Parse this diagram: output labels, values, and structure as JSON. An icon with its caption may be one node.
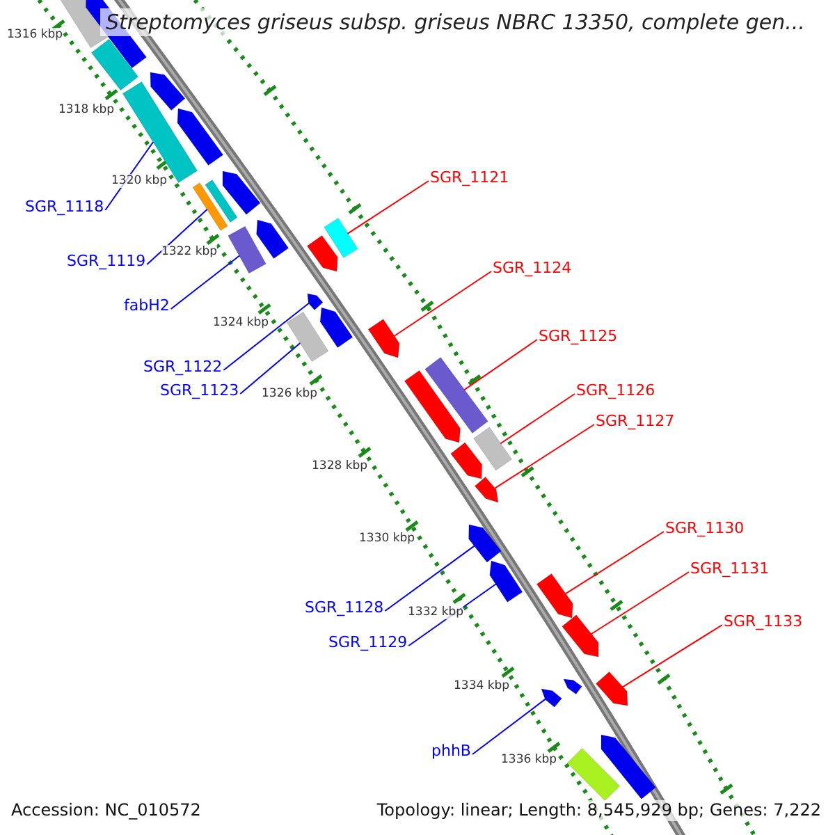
{
  "diagram": {
    "title": "Streptomyces griseus subsp. griseus NBRC 13350, complete gen...",
    "nodes": [
      {
        "text": [
          "SGR_1121"
        ]
      },
      {
        "text": [
          "SGR_1118"
        ]
      },
      {
        "text": [
          "SGR_1119"
        ]
      },
      {
        "text": [
          "SGR_1124"
        ]
      },
      {
        "text": [
          "fabH2"
        ]
      },
      {
        "text": [
          "SGR_1125"
        ]
      },
      {
        "text": [
          "SGR_1122"
        ]
      },
      {
        "text": [
          "SGR_1123"
        ]
      },
      {
        "text": [
          "SGR_1126"
        ]
      },
      {
        "text": [
          "SGR_1127"
        ]
      },
      {
        "text": [
          "SGR_1130"
        ]
      },
      {
        "text": [
          "SGR_1131"
        ]
      },
      {
        "text": [
          "SGR_1128"
        ]
      },
      {
        "text": [
          "SGR_1133"
        ]
      },
      {
        "text": [
          "SGR_1129"
        ]
      },
      {
        "text": [
          "phhB"
        ]
      },
      {
        "text": [],
        "shape": "bar"
      },
      {
        "text": [],
        "shape": "pentagon"
      },
      {
        "text": [],
        "shape": "bar"
      },
      {
        "text": [],
        "shape": "pentagon"
      },
      {
        "text": [],
        "shape": "bar"
      },
      {
        "text": [],
        "shape": "pentagon"
      },
      {
        "text": [],
        "shape": "pentagon"
      },
      {
        "text": [],
        "shape": "bar"
      },
      {
        "text": [],
        "shape": "bar"
      },
      {
        "text": [],
        "shape": "pentagon"
      },
      {
        "text": [],
        "shape": "bar"
      },
      {
        "text": [],
        "shape": "bar"
      },
      {
        "text": [],
        "shape": "pentagon"
      },
      {
        "text": [],
        "shape": "pentagon"
      },
      {
        "text": [],
        "shape": "pentagon"
      },
      {
        "text": [],
        "shape": "bar"
      },
      {
        "text": [],
        "shape": "pentagon"
      },
      {
        "text": [],
        "shape": "bar"
      },
      {
        "text": [],
        "shape": "pentagon"
      },
      {
        "text": [],
        "shape": "bar"
      },
      {
        "text": [],
        "shape": "pentagon"
      },
      {
        "text": [],
        "shape": "pentagon"
      },
      {
        "text": [],
        "shape": "pentagon"
      },
      {
        "text": [],
        "shape": "pentagon"
      },
      {
        "text": [],
        "shape": "pentagon"
      },
      {
        "text": [],
        "shape": "pentagon"
      },
      {
        "text": [],
        "shape": "pentagon"
      },
      {
        "text": [],
        "shape": "pentagon"
      },
      {
        "text": [],
        "shape": "pentagon"
      },
      {
        "text": [],
        "shape": "pentagon"
      },
      {
        "text": [],
        "shape": "bar"
      }
    ],
    "edges": [
      {
        "from": 0,
        "to": 26,
        "arrow": "none",
        "color": "#ff0000"
      },
      {
        "from": 1,
        "to": 20,
        "arrow": "none",
        "color": "#0000ff"
      },
      {
        "from": 2,
        "to": 24,
        "arrow": "none",
        "color": "#0000ff"
      },
      {
        "from": 3,
        "to": 32,
        "arrow": "none",
        "color": "#ff0000"
      },
      {
        "from": 4,
        "to": 27,
        "arrow": "none",
        "color": "#0000ff"
      },
      {
        "from": 5,
        "to": 33,
        "arrow": "none",
        "color": "#ff0000"
      },
      {
        "from": 6,
        "to": 29,
        "arrow": "none",
        "color": "#0000ff"
      },
      {
        "from": 7,
        "to": 31,
        "arrow": "none",
        "color": "#0000ff"
      },
      {
        "from": 8,
        "to": 35,
        "arrow": "none",
        "color": "#ff0000"
      },
      {
        "from": 9,
        "to": 37,
        "arrow": "none",
        "color": "#ff0000"
      },
      {
        "from": 10,
        "to": 40,
        "arrow": "none",
        "color": "#ff0000"
      },
      {
        "from": 11,
        "to": 41,
        "arrow": "none",
        "color": "#ff0000"
      },
      {
        "from": 12,
        "to": 38,
        "arrow": "none",
        "color": "#0000ff"
      },
      {
        "from": 13,
        "to": 43,
        "arrow": "none",
        "color": "#ff0000"
      },
      {
        "from": 14,
        "to": 39,
        "arrow": "none",
        "color": "#0000ff"
      },
      {
        "from": 15,
        "to": 44,
        "arrow": "none",
        "color": "#0000ff"
      }
    ],
    "labels": [
      "1316 kbp",
      "1318 kbp",
      "1320 kbp",
      "1322 kbp",
      "1324 kbp",
      "1326 kbp",
      "1328 kbp",
      "1330 kbp",
      "1332 kbp",
      "1334 kbp",
      "1336 kbp",
      "Accession: NC_010572",
      "Topology: linear; Length: 8,545,929 bp; Genes: 7,222"
    ]
  }
}
